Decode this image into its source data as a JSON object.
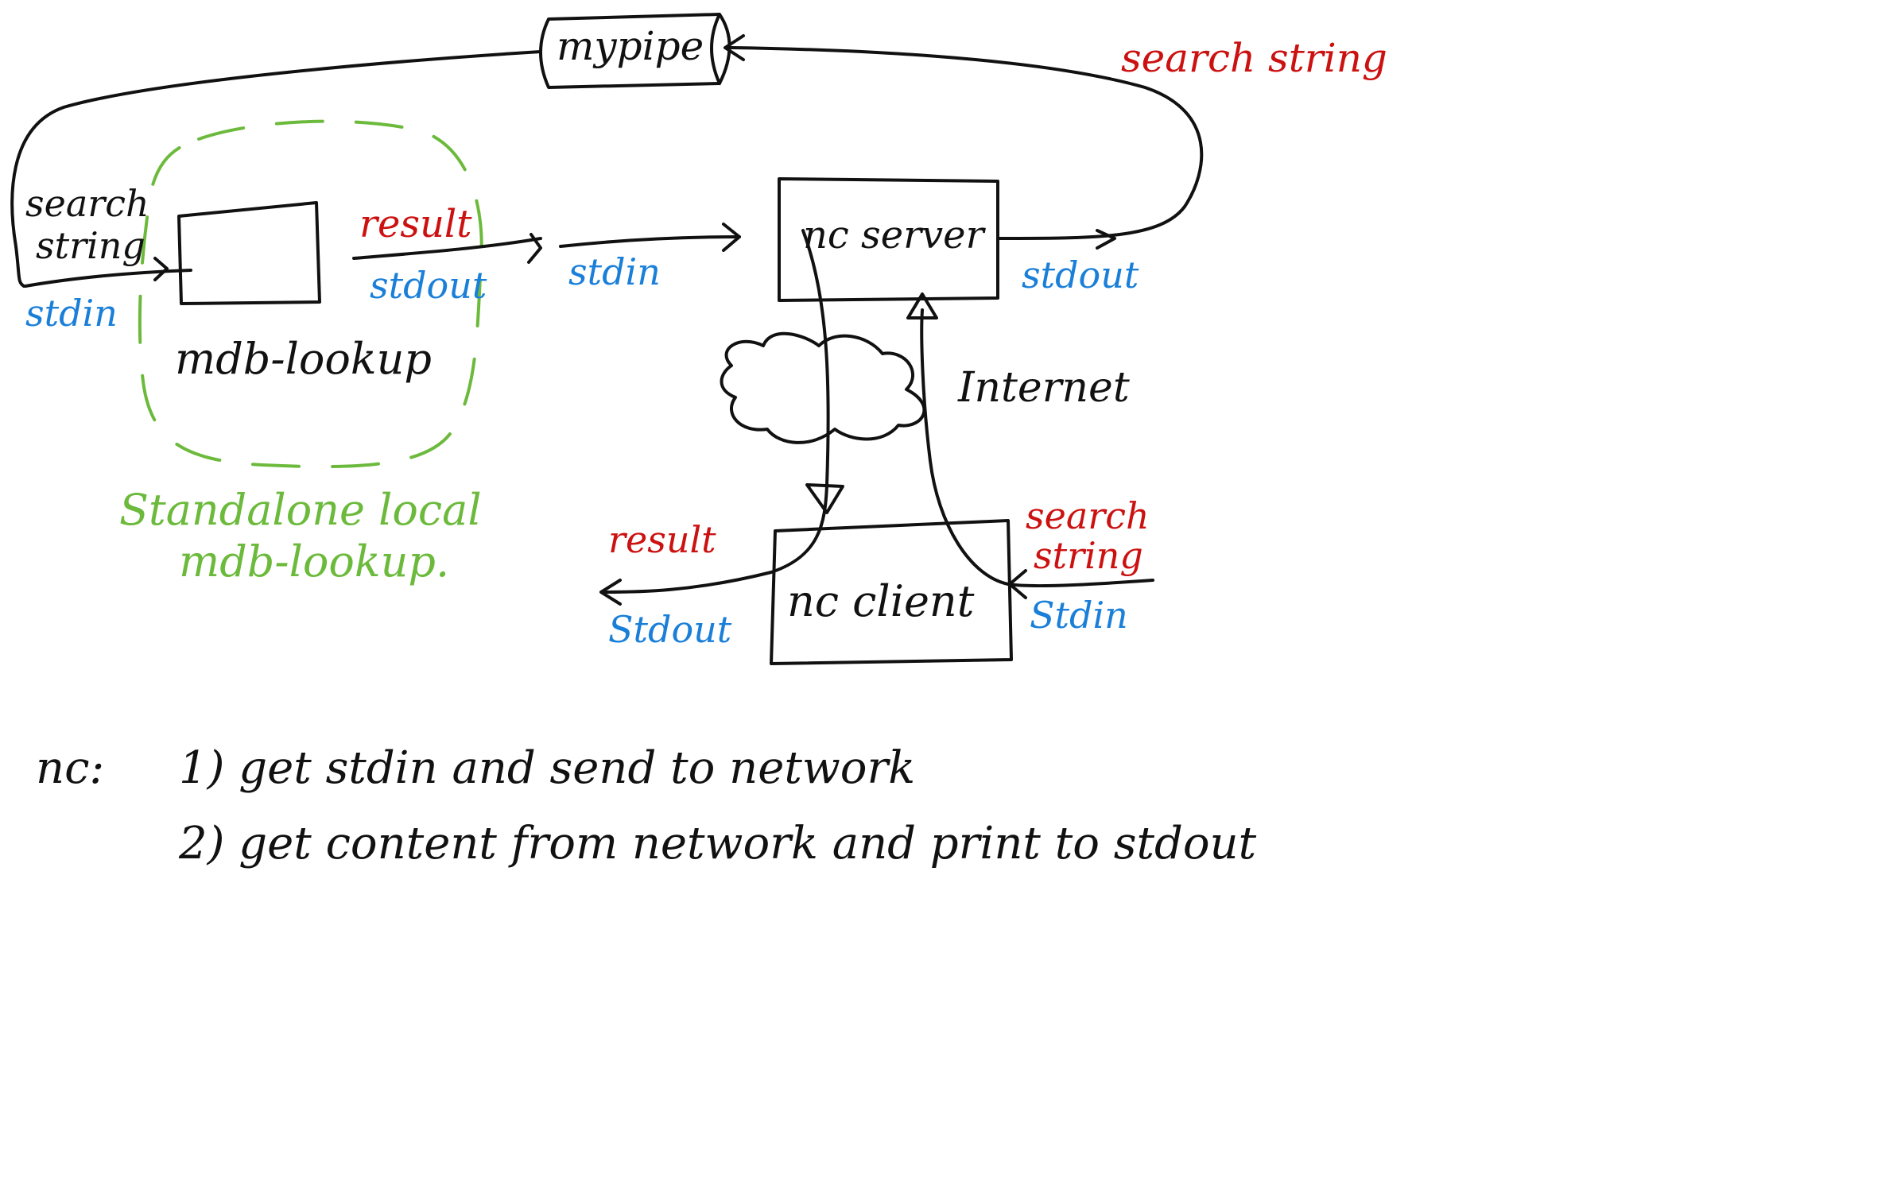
{
  "labels": {
    "mypipe": "mypipe",
    "search_string_top": "search string",
    "search_string_left_1": "search",
    "search_string_left_2": "string",
    "stdin_left": "stdin",
    "result_top": "result",
    "stdout_mid": "stdout",
    "stdin_mid": "stdin",
    "nc_server": "nc server",
    "stdout_right": "stdout",
    "internet": "Internet",
    "mdb_lookup": "mdb-lookup",
    "standalone_1": "Standalone local",
    "standalone_2": "mdb-lookup.",
    "result_bottom": "result",
    "stdout_bottom": "Stdout",
    "nc_client": "nc client",
    "search_bottom_1": "search",
    "search_bottom_2": "string",
    "stdin_bottom": "Stdin"
  },
  "notes": {
    "prefix": "nc:",
    "line1": "1) get stdin and send to network",
    "line2": "2) get content from network and print to stdout"
  },
  "colors": {
    "black": "#111111",
    "red": "#cc1111",
    "blue": "#1a7fd8",
    "green": "#6cba3c"
  }
}
